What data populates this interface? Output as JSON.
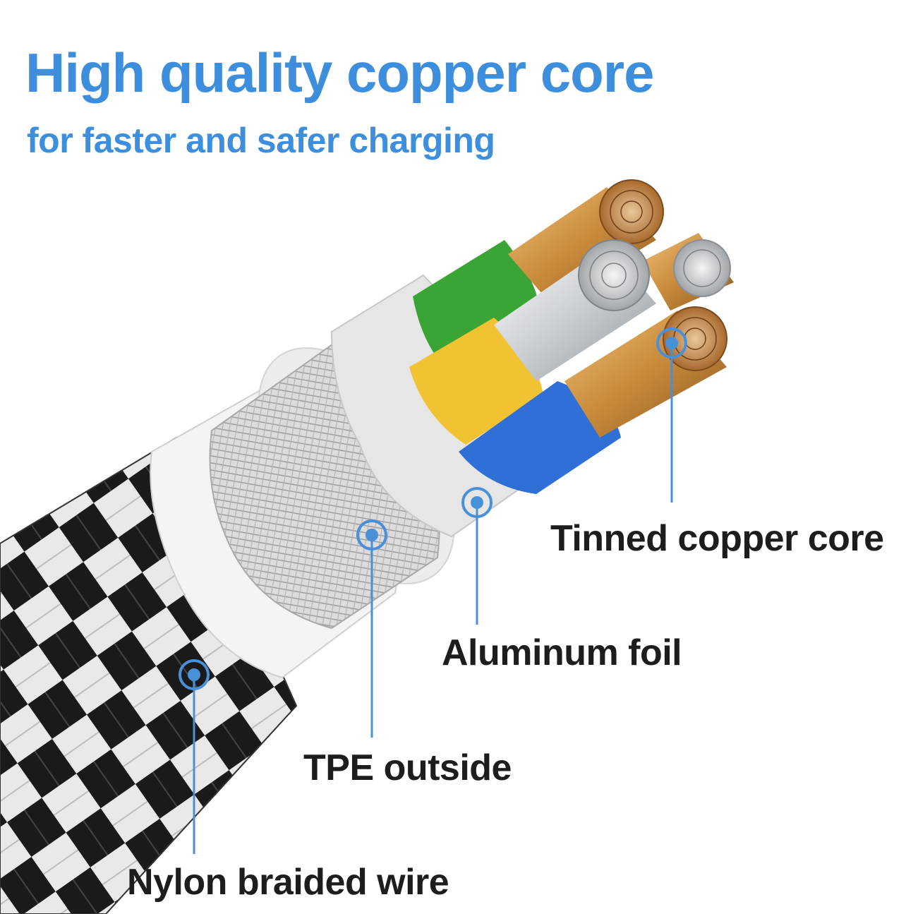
{
  "header": {
    "title": "High quality copper core",
    "subtitle": "for faster and safer charging"
  },
  "labels": {
    "tinned_copper_core": "Tinned copper core",
    "aluminum_foil": "Aluminum foil",
    "tpe_outside": "TPE outside",
    "nylon_braided_wire": "Nylon braided wire"
  },
  "colors": {
    "accent": "#3d8fde",
    "callout": "#4a90d9",
    "label_text": "#1d1d1d",
    "wire_green": "#3aa535",
    "wire_yellow": "#f1c232",
    "wire_blue": "#2f6fd6",
    "copper": "#c8893a",
    "silver": "#c9cdd1"
  }
}
